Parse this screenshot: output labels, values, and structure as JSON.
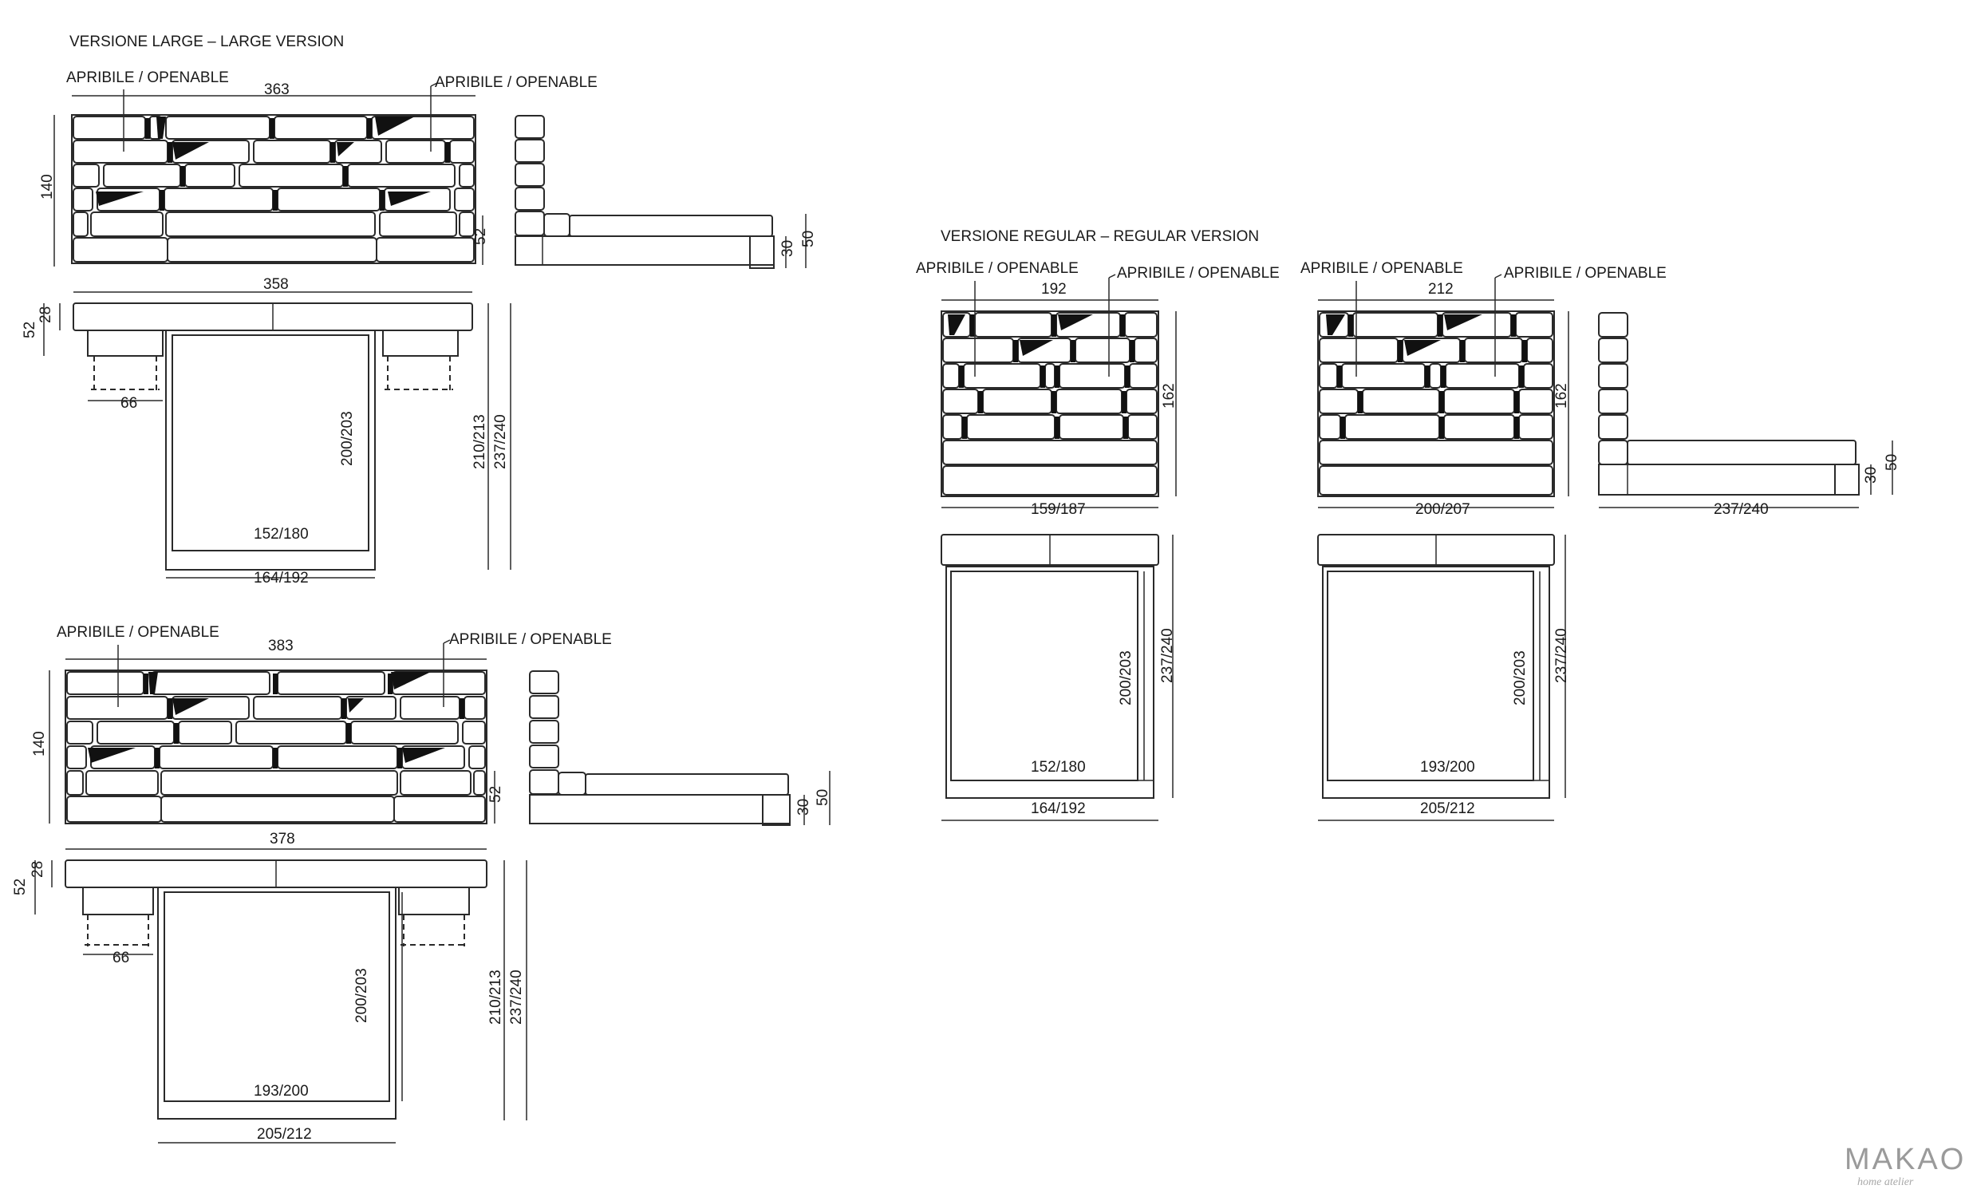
{
  "large_section": {
    "title": "VERSIONE LARGE – LARGE VERSION",
    "openable": "APRIBILE / OPENABLE",
    "top": {
      "width": "363",
      "height": "140",
      "base": "52",
      "side_h1": "30",
      "side_h2": "50",
      "plan_w": "358",
      "plan_h1": "52",
      "plan_h2": "28",
      "drawer": "66",
      "len": "200/203",
      "total_a": "210/213",
      "total_b": "237/240",
      "inner_w": "152/180",
      "outer_w": "164/192"
    },
    "bottom": {
      "width": "383",
      "height": "140",
      "base": "52",
      "side_h1": "30",
      "side_h2": "50",
      "plan_w": "378",
      "plan_h1": "52",
      "plan_h2": "28",
      "drawer": "66",
      "len": "200/203",
      "total_a": "210/213",
      "total_b": "237/240",
      "inner_w": "193/200",
      "outer_w": "205/212"
    }
  },
  "regular_section": {
    "title": "VERSIONE REGULAR – REGULAR VERSION",
    "openable": "APRIBILE / OPENABLE",
    "left": {
      "width": "192",
      "height": "162",
      "base_w": "159/187",
      "len": "200/203",
      "total": "237/240",
      "inner_w": "152/180",
      "outer_w": "164/192"
    },
    "right": {
      "width": "212",
      "height": "162",
      "base_w": "200/207",
      "len": "200/203",
      "total": "237/240",
      "inner_w": "193/200",
      "outer_w": "205/212",
      "side_len": "237/240",
      "side_h1": "30",
      "side_h2": "50"
    }
  },
  "brand": {
    "name": "MAKAO",
    "tagline": "home atelier"
  }
}
